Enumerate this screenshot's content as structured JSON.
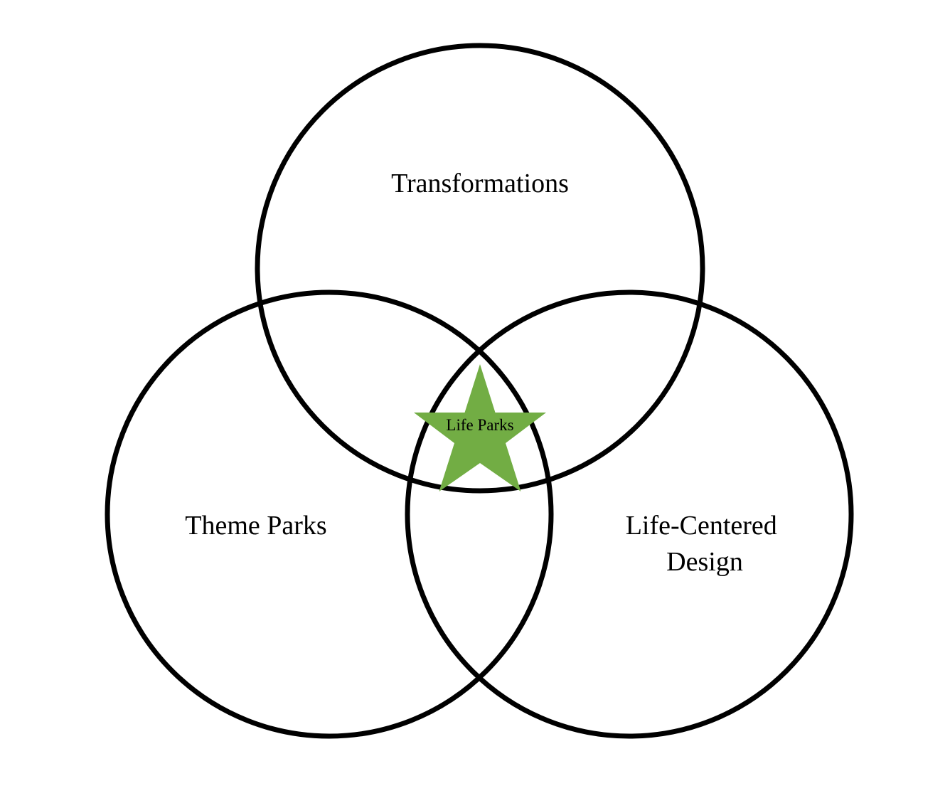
{
  "diagram": {
    "type": "venn",
    "colors": {
      "outline": "#000000",
      "star_fill": "#72ad44",
      "text": "#000000"
    },
    "sets": [
      {
        "id": "top",
        "label_lines": [
          "Transformations"
        ]
      },
      {
        "id": "left",
        "label_lines": [
          "Theme Parks"
        ]
      },
      {
        "id": "right",
        "label_lines": [
          "Life-Centered",
          "Design"
        ]
      }
    ],
    "intersection": {
      "label": "Life Parks",
      "icon": "star-icon"
    }
  }
}
